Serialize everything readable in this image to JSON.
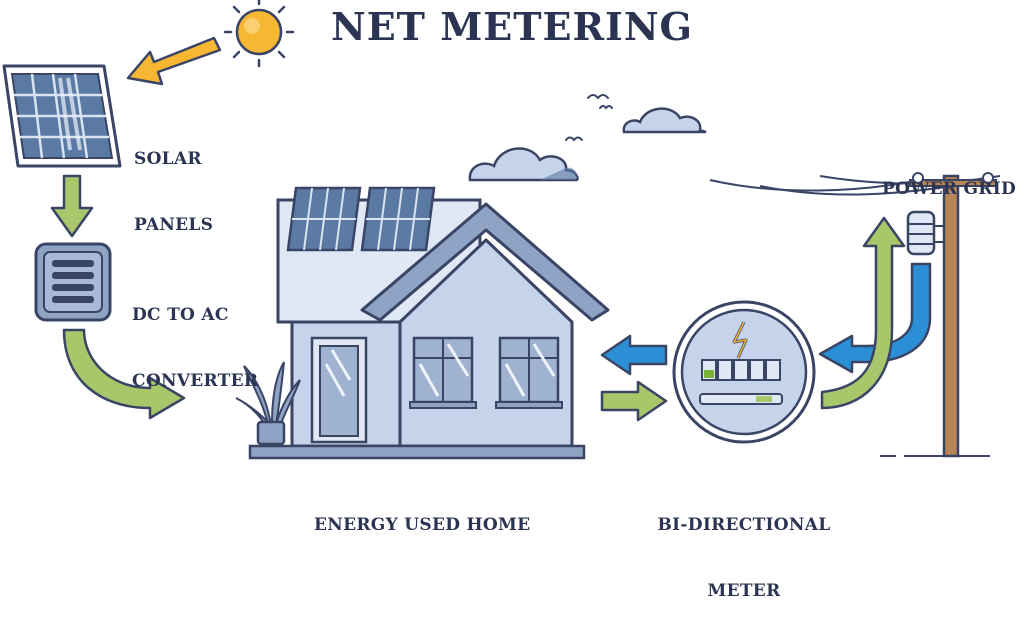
{
  "title": "NET METERING",
  "labels": {
    "solar": [
      "SOLAR",
      "PANELS"
    ],
    "converter": [
      "DC TO AC",
      "CONVERTER"
    ],
    "home": [
      "ENERGY USED HOME"
    ],
    "meter": [
      "BI-DIRECTIONAL",
      "METER"
    ],
    "grid": [
      "POWER GRID"
    ]
  },
  "colors": {
    "outline": "#3a4566",
    "green_arrow": "#a9c66b",
    "blue_arrow": "#2a8fd4",
    "sun": "#f7b733",
    "house": "#c5d4ea",
    "panel": "#506d94",
    "pole": "#b88555"
  }
}
